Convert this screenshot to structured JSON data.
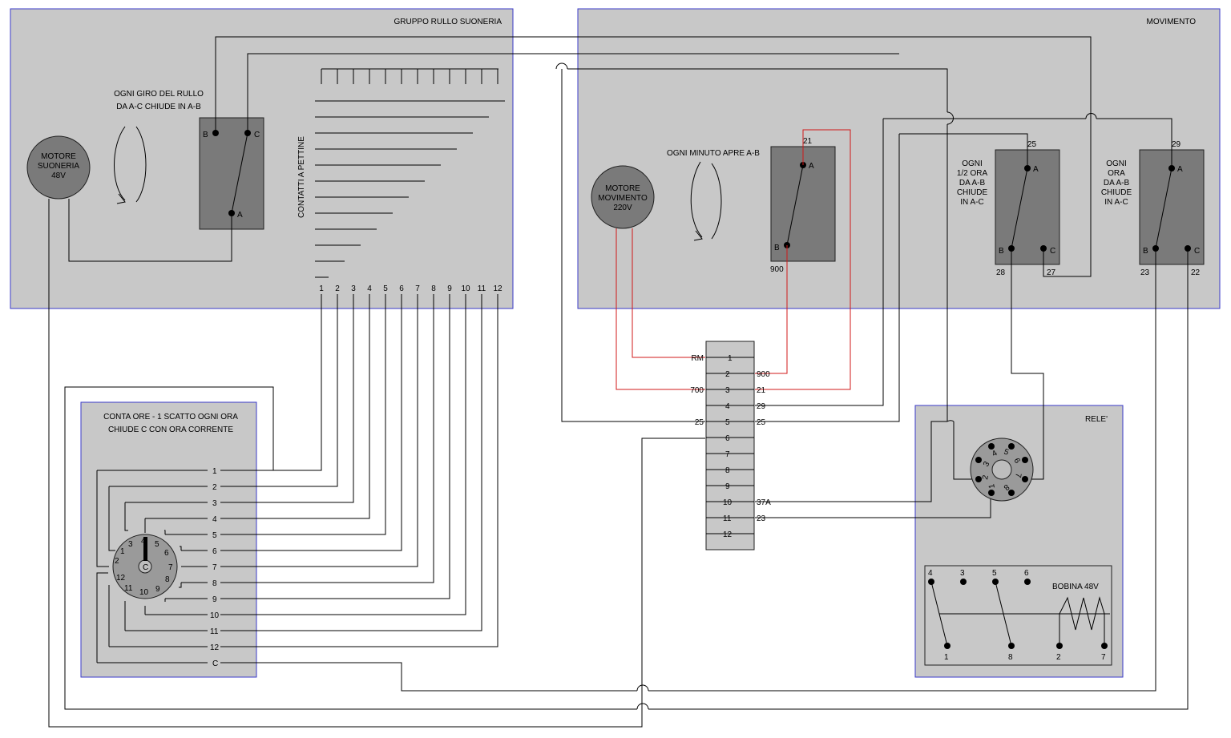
{
  "panels": {
    "gruppo": "GRUPPO RULLO SUONERIA",
    "movimento": "MOVIMENTO",
    "contaore_line1": "CONTA ORE - 1 SCATTO OGNI ORA",
    "contaore_line2": "CHIUDE C CON ORA CORRENTE",
    "rele": "RELE'"
  },
  "motors": {
    "suoneria": [
      "MOTORE",
      "SUONERIA",
      "48V"
    ],
    "movimento": [
      "MOTORE",
      "MOVIMENTO",
      "220V"
    ]
  },
  "notes": {
    "rullo_line1": "OGNI GIRO DEL RULLO",
    "rullo_line2": "DA A-C CHIUDE IN A-B",
    "minuto": "OGNI MINUTO APRE A-B",
    "pettine": "CONTATTI A PETTINE",
    "mezzora": [
      "OGNI",
      "1/2 ORA",
      "DA A-B",
      "CHIUDE",
      "IN A-C"
    ],
    "ora": [
      "OGNI",
      "ORA",
      "DA A-B",
      "CHIUDE",
      "IN A-C"
    ],
    "bobina": "BOBINA 48V"
  },
  "terminals": {
    "a": "A",
    "b": "B",
    "c": "C",
    "t21": "21",
    "t900": "900",
    "t25": "25",
    "t28": "28",
    "t27": "27",
    "t29": "29",
    "t23": "23",
    "t22": "22"
  },
  "comb_numbers": [
    "1",
    "2",
    "3",
    "4",
    "5",
    "6",
    "7",
    "8",
    "9",
    "10",
    "11",
    "12"
  ],
  "counter_labels": [
    "1",
    "2",
    "3",
    "4",
    "5",
    "6",
    "7",
    "8",
    "9",
    "10",
    "11",
    "12",
    "C"
  ],
  "dial_numbers": [
    "1",
    "2",
    "3",
    "4",
    "5",
    "6",
    "7",
    "8",
    "9",
    "10",
    "11",
    "12"
  ],
  "dial_center": "C",
  "terminal_block": {
    "rows": [
      "1",
      "2",
      "3",
      "4",
      "5",
      "6",
      "7",
      "8",
      "9",
      "10",
      "11",
      "12"
    ],
    "left": [
      "RM",
      "",
      "700",
      "",
      "25",
      "",
      "",
      "",
      "",
      "",
      "",
      ""
    ],
    "right": [
      "",
      "900",
      "21",
      "29",
      "25",
      "",
      "",
      "",
      "",
      "37A",
      "23",
      ""
    ]
  },
  "socket_pins": [
    "1",
    "2",
    "3",
    "4",
    "5",
    "6",
    "7",
    "8"
  ],
  "relay_contacts_top": [
    "4",
    "3",
    "5",
    "6"
  ],
  "relay_contacts_bottom": [
    "1",
    "8",
    "2",
    "7"
  ]
}
